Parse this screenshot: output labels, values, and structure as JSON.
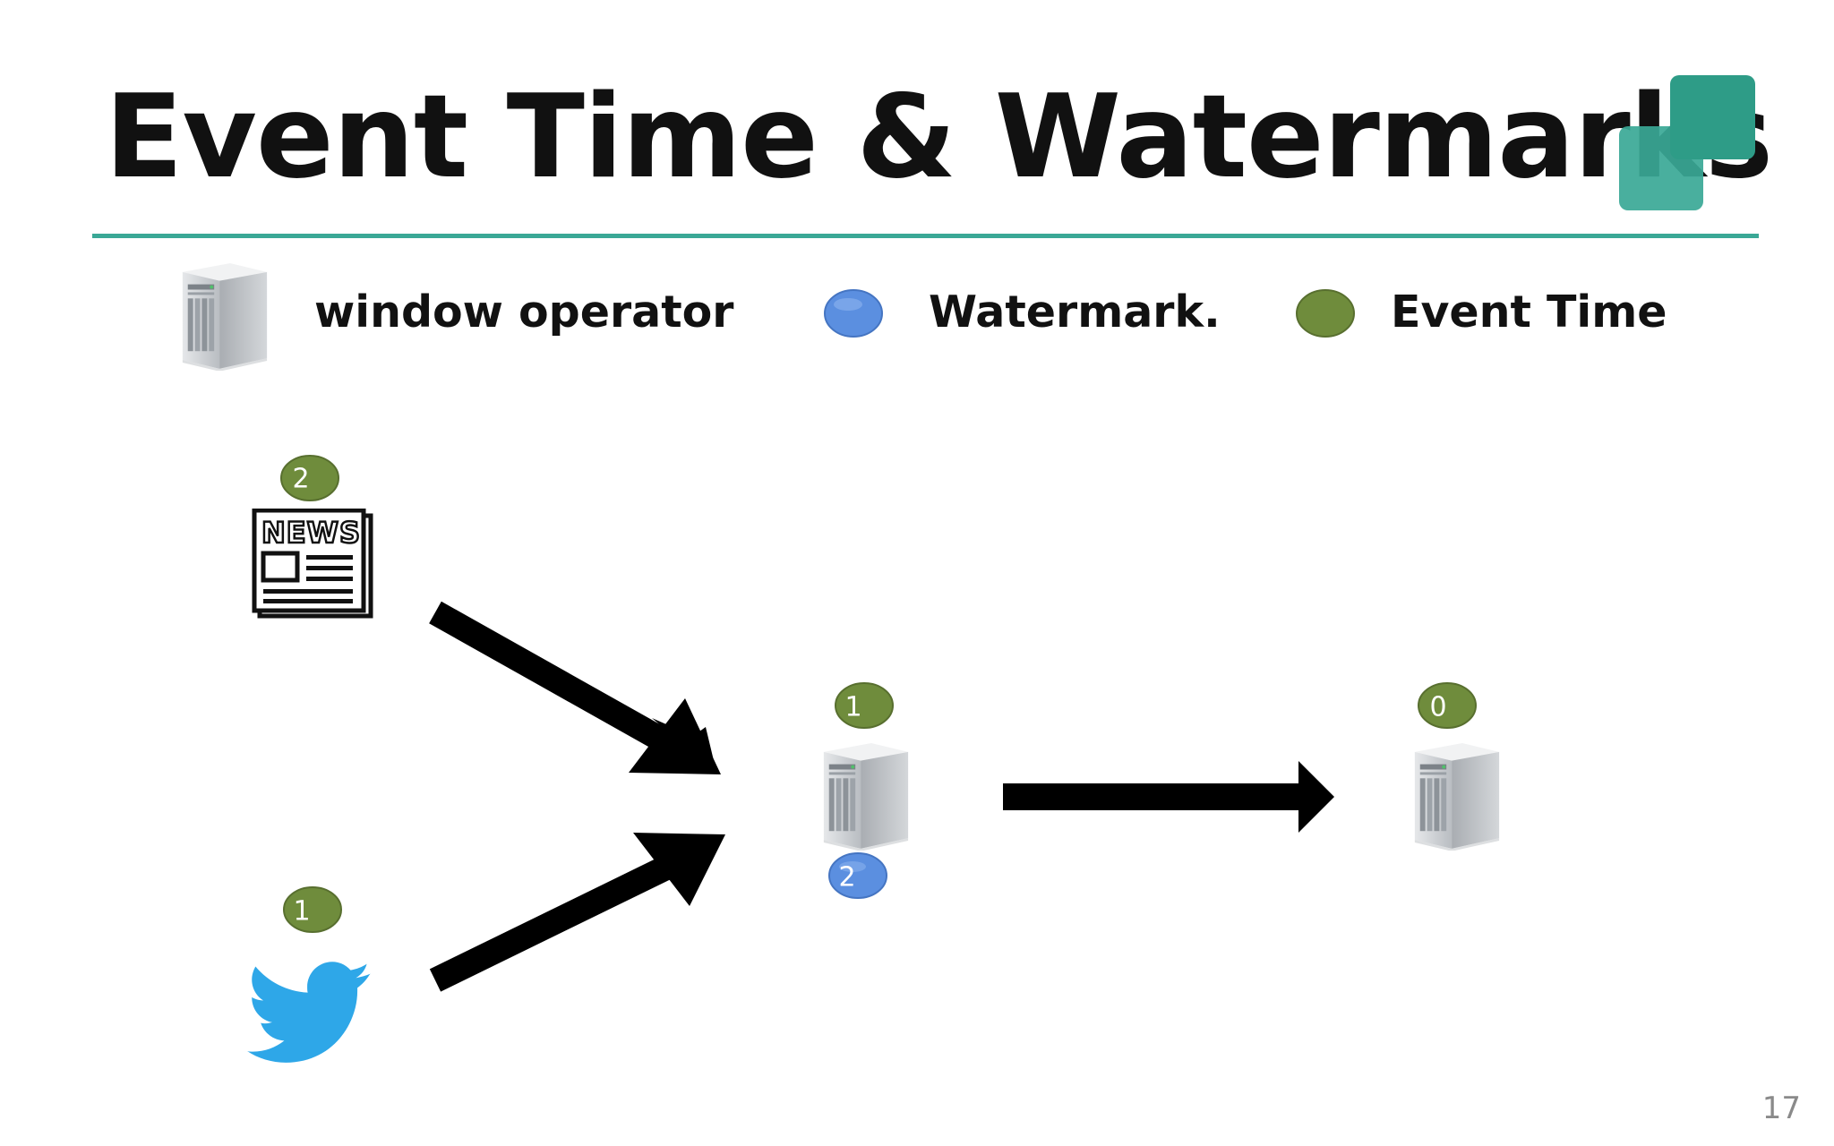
{
  "slide": {
    "title": "Event Time & Watermarks",
    "page_number": "17"
  },
  "legend": {
    "window_operator": "window operator",
    "watermark": "Watermark.",
    "event_time": "Event Time"
  },
  "diagram": {
    "sources": [
      {
        "type": "news",
        "event_time": "2"
      },
      {
        "type": "twitter",
        "event_time": "1"
      }
    ],
    "middle_operator": {
      "event_time": "1",
      "watermark": "2"
    },
    "downstream_operator": {
      "event_time": "0"
    }
  },
  "colors": {
    "accent": "#3aa896",
    "event_time": "#6f8c3c",
    "watermark": "#5b8fe0",
    "twitter": "#2ea7e8"
  }
}
